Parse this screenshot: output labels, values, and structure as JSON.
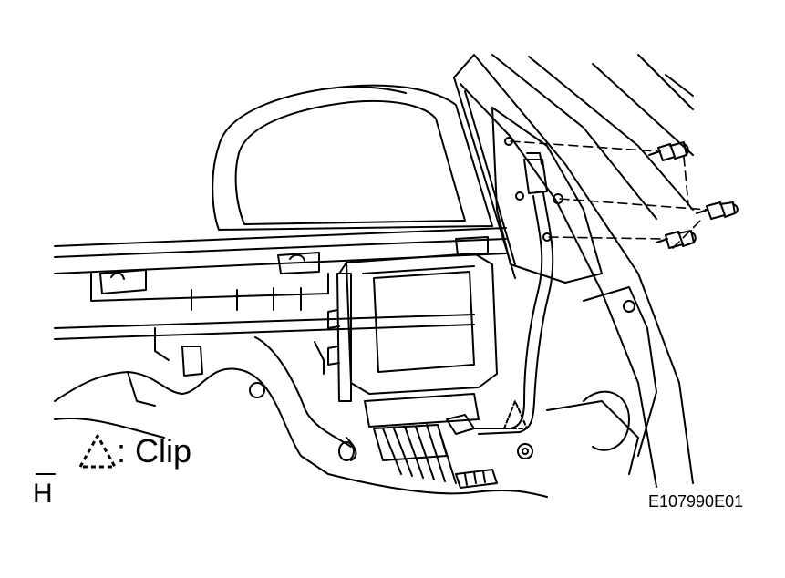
{
  "legend": {
    "symbol": "dashed-triangle-icon",
    "text": ": Clip"
  },
  "view_letter": "H",
  "figure_code": "E107990E01",
  "colors": {
    "line": "#000000",
    "background": "#ffffff"
  }
}
